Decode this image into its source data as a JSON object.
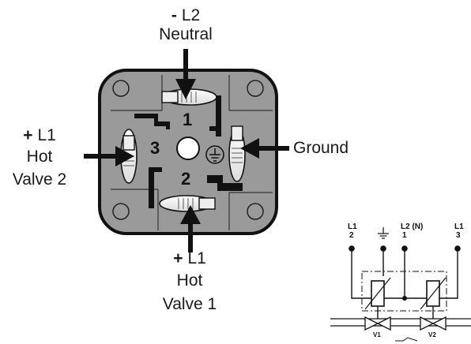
{
  "labels": {
    "top": {
      "sign": "-",
      "line1": "L2",
      "line2": "Neutral"
    },
    "left": {
      "sign": "+",
      "line1": "L1",
      "line2": "Hot",
      "line3": "Valve 2"
    },
    "right": {
      "line1": "Ground"
    },
    "bottom": {
      "sign": "+",
      "line1": "L1",
      "line2": "Hot",
      "line3": "Valve 1"
    }
  },
  "connector": {
    "pins": [
      "1",
      "2",
      "3"
    ],
    "ground_symbol": "ground-symbol"
  },
  "schematic": {
    "terminals": [
      {
        "top": "L1",
        "bottom": "2"
      },
      {
        "top": "",
        "bottom": ""
      },
      {
        "top": "L2 (N)",
        "bottom": "1"
      },
      {
        "top": "L1",
        "bottom": "3"
      }
    ],
    "valves": [
      "V1",
      "V2"
    ]
  },
  "colors": {
    "body": "#9a9a9a",
    "outline": "#111111",
    "text": "#1a1a1a"
  }
}
